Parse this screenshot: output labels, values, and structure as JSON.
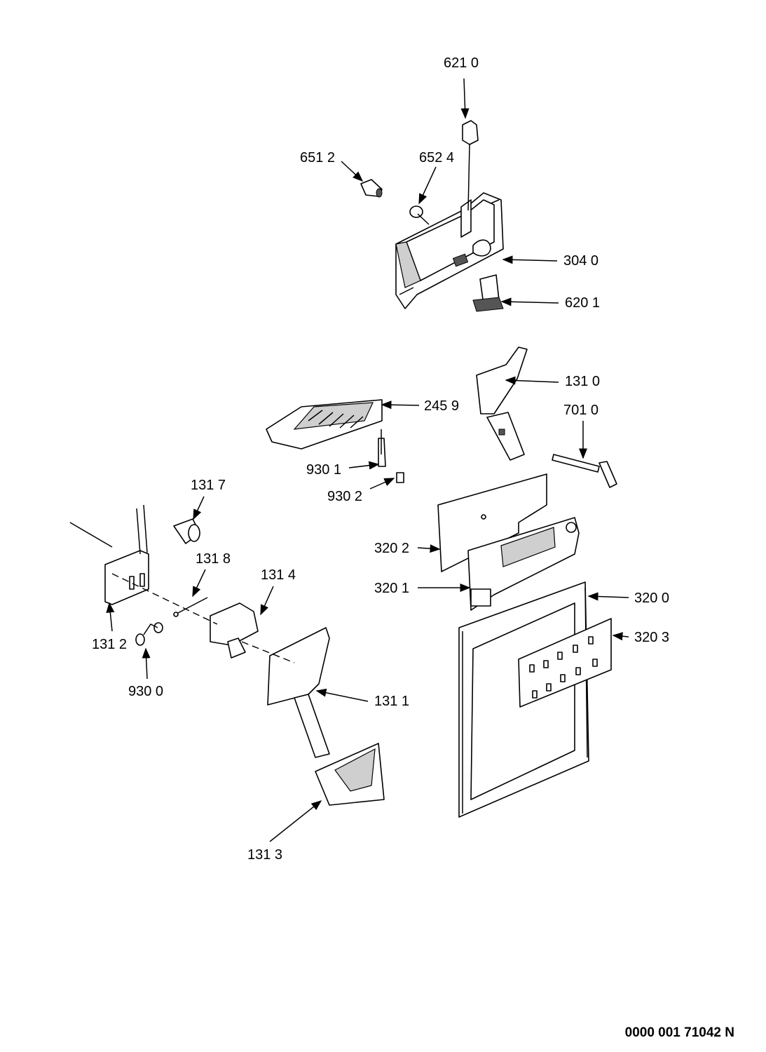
{
  "labels": {
    "l6210": "621 0",
    "l6512": "651 2",
    "l6524": "652 4",
    "l3040": "304 0",
    "l6201": "620 1",
    "l1310": "131 0",
    "l2459": "245 9",
    "l7010": "701 0",
    "l9301": "930 1",
    "l9302": "930 2",
    "l1317": "131 7",
    "l3202": "320 2",
    "l1318": "131 8",
    "l1314": "131 4",
    "l3201": "320 1",
    "l3200": "320 0",
    "l3203": "320 3",
    "l1312": "131 2",
    "l9300": "930 0",
    "l1311": "131 1",
    "l1313": "131 3"
  },
  "document_number": "0000 001 71042 N"
}
